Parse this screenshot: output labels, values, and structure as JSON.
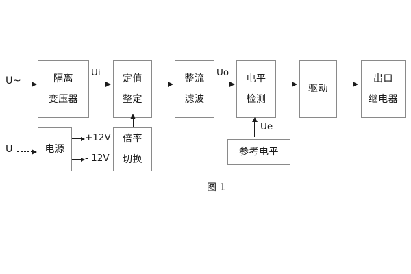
{
  "figure": {
    "caption": "图 1",
    "border_color": "#8a8a8a",
    "line_color": "#1b1b1b",
    "background": "#ffffff"
  },
  "inputs": {
    "ac_source": "U~",
    "dc_source": "U"
  },
  "blocks": {
    "isolation_transformer": {
      "line1": "隔离",
      "line2": "变压器"
    },
    "setting_value": {
      "line1": "定值",
      "line2": "整定"
    },
    "rectifier_filter": {
      "line1": "整流",
      "line2": "滤波"
    },
    "level_detection": {
      "line1": "电平",
      "line2": "检测"
    },
    "driver": {
      "line1": "驱动"
    },
    "output_relay": {
      "line1": "出口",
      "line2": "继电器"
    },
    "power_supply": {
      "line1": "电源"
    },
    "multiplier_switch": {
      "line1": "倍率",
      "line2": "切换"
    },
    "reference_level": {
      "line1": "参考电平"
    }
  },
  "signals": {
    "ui": "Ui",
    "uo": "Uo",
    "ue": "Ue",
    "rail_positive": "+12V",
    "rail_negative": "- 12V"
  }
}
